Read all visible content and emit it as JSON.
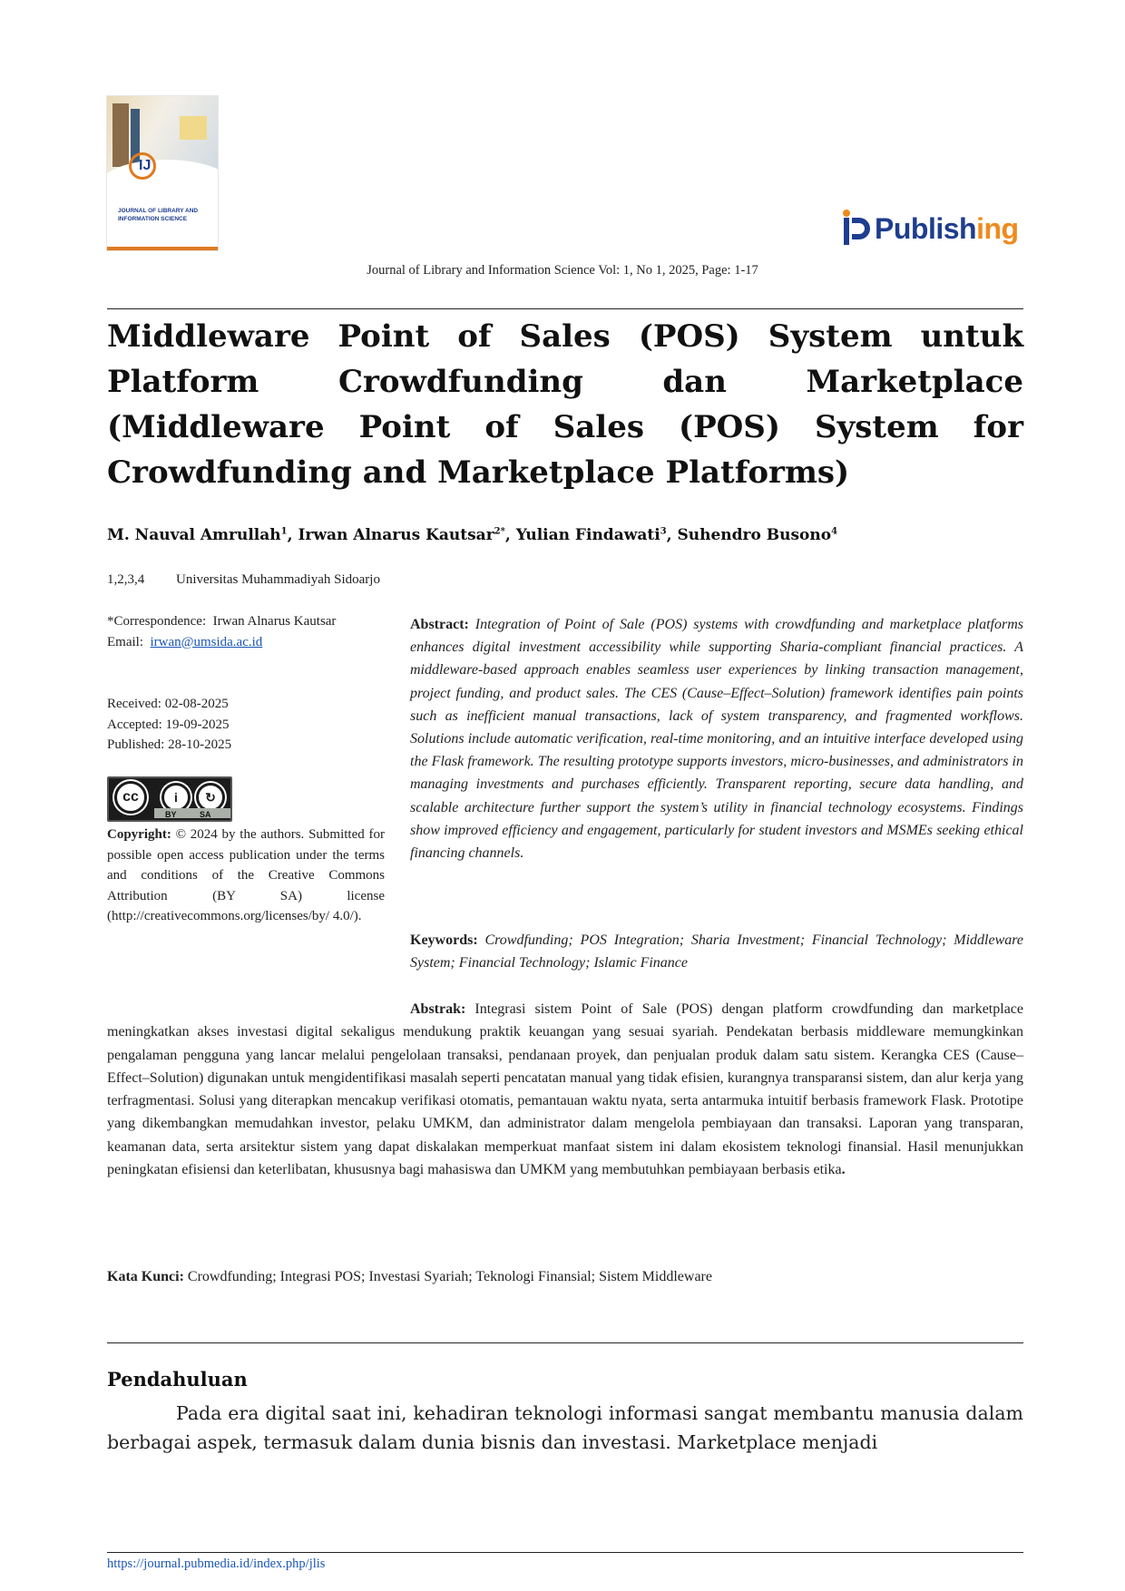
{
  "header": {
    "cover_title": "JOURNAL OF LIBRARY AND INFORMATION SCIENCE",
    "publisher_logo": {
      "part1": "Publish",
      "part2": "ing",
      "colors": {
        "blue": "#1e3d8f",
        "orange": "#f08a1c"
      }
    },
    "journal_line": "Journal of Library and Information Science Vol: 1, No 1, 2025, Page: 1-17"
  },
  "paper": {
    "title": "Middleware Point of Sales (POS) System untuk Platform Crowdfunding dan Marketplace (Middleware Point of Sales (POS) System for Crowdfunding and Marketplace Platforms)",
    "authors": [
      {
        "name": "M. Nauval Amrullah",
        "sup": "1"
      },
      {
        "name": "Irwan Alnarus Kautsar",
        "sup": "2*"
      },
      {
        "name": "Yulian Findawati",
        "sup": "3"
      },
      {
        "name": "Suhendro Busono",
        "sup": "4"
      }
    ],
    "affiliation": {
      "numbers": "1,2,3,4",
      "institution": "Universitas Muhammadiyah Sidoarjo"
    }
  },
  "sidebar": {
    "correspondence_label": "*Correspondence:",
    "correspondence_name": "Irwan Alnarus Kautsar",
    "email_label": "Email:",
    "email": "irwan@umsida.ac.id",
    "received": "Received: 02-08-2025",
    "accepted": "Accepted: 19-09-2025",
    "published": "Published: 28-10-2025",
    "license_badge": {
      "by": "BY",
      "sa": "SA"
    },
    "copyright_label": "Copyright:",
    "copyright_text": "© 2024 by the authors. Submitted for possible open access publication under the terms and conditions of the Creative Commons Attribution (BY SA) license (http://creativecommons.org/licenses/by/ 4.0/)."
  },
  "abstract_en": {
    "label": "Abstract:",
    "text": "Integration of Point of Sale (POS) systems with crowdfunding and marketplace platforms enhances digital investment accessibility while supporting Sharia-compliant financial practices. A middleware-based approach enables seamless user experiences by linking transaction management, project funding, and product sales. The CES (Cause–Effect–Solution) framework identifies pain points such as inefficient manual transactions, lack of system transparency, and fragmented workflows. Solutions include automatic verification, real-time monitoring, and an intuitive interface developed using the Flask framework. The resulting prototype supports investors, micro-businesses, and administrators in managing investments and purchases efficiently. Transparent reporting, secure data handling, and scalable architecture further support the system’s utility in financial technology ecosystems. Findings show improved efficiency and engagement, particularly for student investors and MSMEs seeking ethical financing channels."
  },
  "keywords_en": {
    "label": "Keywords:",
    "text": "Crowdfunding; POS Integration; Sharia Investment; Financial Technology; Middleware System; Financial Technology; Islamic Finance"
  },
  "abstract_id": {
    "label": "Abstrak:",
    "text": "Integrasi sistem Point of Sale (POS) dengan platform crowdfunding dan marketplace meningkatkan akses investasi digital sekaligus mendukung praktik keuangan yang sesuai syariah. Pendekatan berbasis middleware memungkinkan pengalaman pengguna yang lancar melalui pengelolaan transaksi, pendanaan proyek, dan penjualan produk dalam satu sistem. Kerangka CES (Cause–Effect–Solution) digunakan untuk mengidentifikasi masalah seperti pencatatan manual yang tidak efisien, kurangnya transparansi sistem, dan alur kerja yang terfragmentasi. Solusi yang diterapkan mencakup verifikasi otomatis, pemantauan waktu nyata, serta antarmuka intuitif berbasis framework Flask. Prototipe yang dikembangkan memudahkan investor, pelaku UMKM, dan administrator dalam mengelola pembiayaan dan transaksi. Laporan yang transparan, keamanan data, serta arsitektur sistem yang dapat diskalakan memperkuat manfaat sistem ini dalam ekosistem teknologi finansial. Hasil menunjukkan peningkatan efisiensi dan keterlibatan, khususnya bagi mahasiswa dan UMKM yang membutuhkan pembiayaan berbasis etika",
    "end": "."
  },
  "keywords_id": {
    "label": "Kata Kunci:",
    "text": "Crowdfunding; Integrasi POS; Investasi Syariah; Teknologi Finansial; Sistem Middleware"
  },
  "body": {
    "section_heading": "Pendahuluan",
    "intro": "Pada era digital saat ini, kehadiran teknologi informasi sangat membantu manusia dalam berbagai aspek, termasuk dalam dunia bisnis dan investasi. Marketplace menjadi"
  },
  "footer": {
    "url": "https://journal.pubmedia.id/index.php/jlis"
  }
}
